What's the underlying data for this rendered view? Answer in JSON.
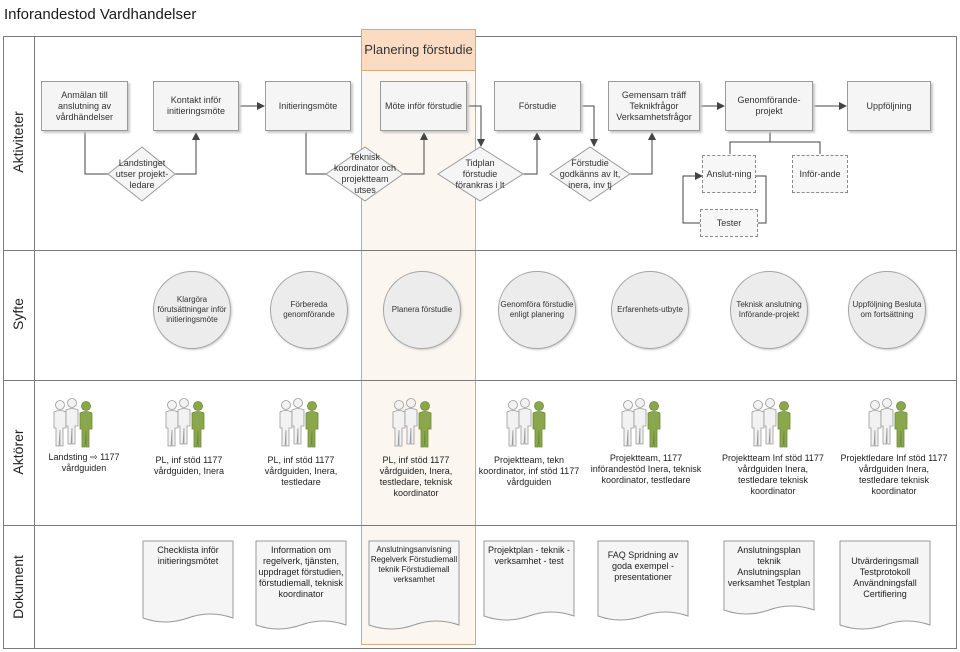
{
  "title": "Inforandestod Vardhandelser",
  "lanes": {
    "activities": "Aktiviteter",
    "purpose": "Syfte",
    "actors": "Aktörer",
    "documents": "Dokument"
  },
  "phase": "Planering förstudie",
  "activities": {
    "a1": "Anmälan till anslutning av vårdhändelser",
    "a2": "Kontakt inför initieringsmöte",
    "a3": "Initieringsmöte",
    "a4": "Möte inför förstudie",
    "a5": "Förstudie",
    "a6": "Gemensam träff Teknikfrågor Verksamhetsfrågor",
    "a7": "Genomförande-projekt",
    "a8": "Uppföljning",
    "d1": "Landstinget utser projekt-ledare",
    "d2": "Teknisk koordinator och projektteam utses",
    "d3": "Tidplan förstudie förankras i lt",
    "d4": "Förstudie godkänns av lt, inera, inv tj",
    "s1": "Anslut-ning",
    "s2": "Inför-ande",
    "s3": "Tester"
  },
  "purposes": [
    "Klargöra förutsättningar inför initieringsmöte",
    "Förbereda genomförande",
    "Planera förstudie",
    "Genomföra förstudie enligt planering",
    "Erfarenhets-utbyte",
    "Teknisk anslutning Införande-projekt",
    "Uppföljning Besluta om fortsättning"
  ],
  "actors": [
    "Landsting ⇨ 1177 vårdguiden",
    "PL, inf stöd 1177 vårdguiden, Inera",
    "PL, inf stöd 1177 vårdguiden, Inera, testledare",
    "PL, inf stöd 1177 vårdguiden, Inera, testledare, teknisk koordinator",
    "Projektteam, tekn koordinator, inf stöd 1177 vårdguiden",
    "Projektteam, 1177 införandestöd Inera, teknisk koordinator, testledare",
    "Projektteam Inf stöd 1177 vårdguiden Inera, testledare teknisk koordinator",
    "Projektledare Inf stöd 1177 vårdguiden Inera, testledare teknisk koordinator"
  ],
  "documents": [
    "Checklista inför initieringsmötet",
    "Information om regelverk, tjänsten, uppdraget förstudien, förstudiemall, teknisk koordinator",
    "Anslutningsanvisning Regelverk Förstudiemall teknik Förstudiemall verksamhet",
    "Projektplan - teknik - verksamhet - test",
    "FAQ Spridning av goda exempel - presentationer",
    "Anslutningsplan teknik Anslutningsplan verksamhet Testplan",
    "Utvärderingsmall Testprotokoll Användningsfall Certifiering"
  ],
  "colors": {
    "accent": "#8aa84b",
    "phase_head": "#fbdcc3",
    "phase_border": "#d9a77a"
  }
}
